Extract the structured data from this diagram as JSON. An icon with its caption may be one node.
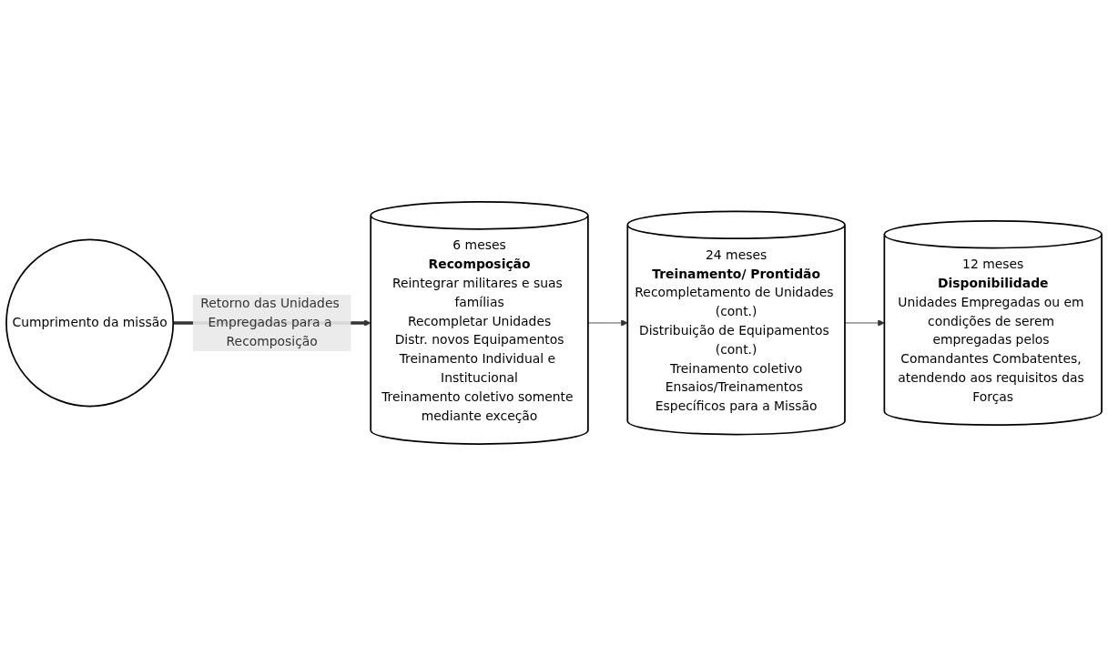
{
  "diagram": {
    "nodes": [
      {
        "text": [
          "6 meses",
          "Recomposição",
          "Reintegrar militares e suas famílias",
          "Recompletar Unidades",
          "Distr. novos Equipamentos",
          "Treinamento Individual e Institucional",
          "Treinamento coletivo somente mediante exceção"
        ]
      },
      {
        "text": [
          "24 meses",
          "Treinamento/ Prontidão",
          "Recompletamento de Unidades (cont.)",
          "Distribuição de Equipamentos (cont.)",
          "Treinamento coletivo",
          "Ensaios/Treinamentos Específicos para a Missão"
        ]
      },
      {
        "text": [
          "12 meses",
          "Disponibilidade",
          "Unidades Empregadas ou em condições de serem empregadas pelos Comandantes Combatentes, atendendo aos requisitos das Forças"
        ]
      },
      {
        "text": [
          "Cumprimento da missão"
        ]
      }
    ],
    "edges": [
      {
        "from": 0,
        "to": 1,
        "arrow": "to"
      },
      {
        "from": 1,
        "to": 2,
        "arrow": "to"
      },
      {
        "from": 3,
        "to": 0,
        "arrow": "to",
        "label": "Retorno das Unidades Empregadas para a Recomposição",
        "style": "thick"
      }
    ]
  }
}
